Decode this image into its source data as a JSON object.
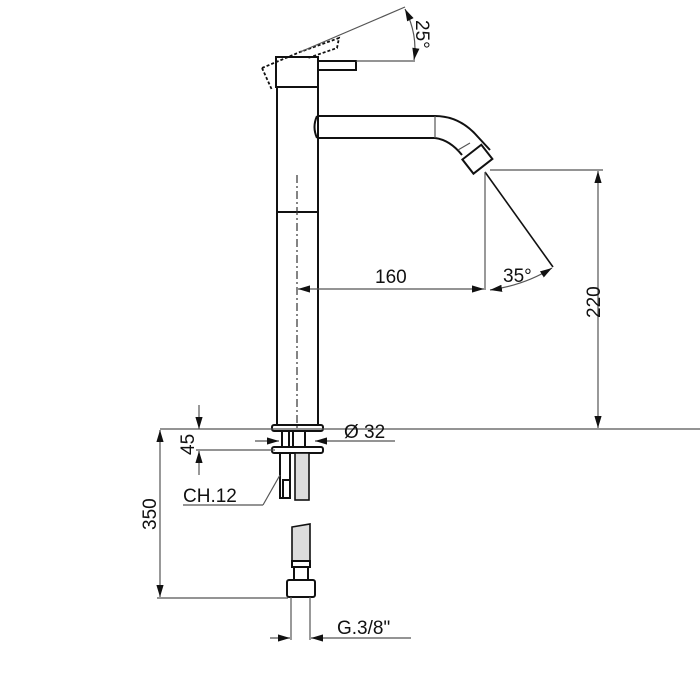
{
  "diagram": {
    "subject": "Tall single-lever basin mixer technical drawing",
    "dimensions": {
      "lever_angle": "25°",
      "spout_angle": "35°",
      "spout_reach": "160",
      "spout_height": "220",
      "body_diameter": "Ø 32",
      "deck_thickness": "45",
      "hose_length": "350",
      "nut_size": "CH.12",
      "connection_thread": "G.3/8\""
    },
    "colors": {
      "line": "#111111",
      "dimension_line": "#555555",
      "background": "#ffffff"
    }
  }
}
